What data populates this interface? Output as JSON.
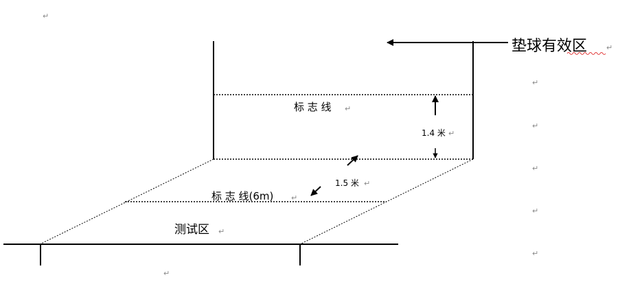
{
  "labels": {
    "effective_zone": "垫球有效区",
    "marker_line_upper": "标 志 线",
    "height_value": "1.4 米",
    "distance_value": "1.5 米",
    "marker_line_lower": "标 志 线(6m)",
    "test_zone": "测试区"
  },
  "paragraph_mark": "↵",
  "colors": {
    "ink": "#000000",
    "paragraph_mark": "#8a8a8a",
    "spellcheck_underline": "#e23b3b"
  }
}
